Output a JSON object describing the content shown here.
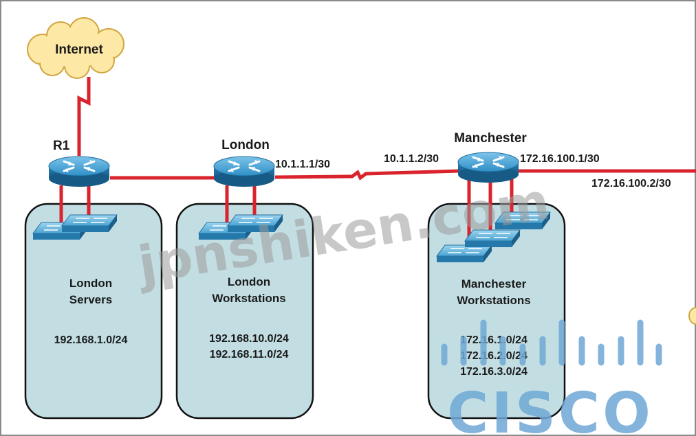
{
  "nodes": {
    "internet": {
      "label": "Internet"
    },
    "r1": {
      "label": "R1"
    },
    "london": {
      "label": "London"
    },
    "manchester": {
      "label": "Manchester"
    }
  },
  "interfaces": {
    "london_wan": "10.1.1.1/30",
    "manchester_wan": "10.1.1.2/30",
    "manchester_east": "172.16.100.1/30",
    "remote_east": "172.16.100.2/30"
  },
  "zones": {
    "london_servers": {
      "title_line1": "London",
      "title_line2": "Servers",
      "subnets": [
        "192.168.1.0/24"
      ]
    },
    "london_workstations": {
      "title_line1": "London",
      "title_line2": "Workstations",
      "subnets": [
        "192.168.10.0/24",
        "192.168.11.0/24"
      ]
    },
    "manchester_workstations": {
      "title_line1": "Manchester",
      "title_line2": "Workstations",
      "subnets": [
        "172.16.1.0/24",
        "172.16.2.0/24",
        "172.16.3.0/24"
      ]
    }
  },
  "watermarks": {
    "site": "jpnshiken.com",
    "brand": "CISCO"
  },
  "colors": {
    "link": "#d9232d",
    "zone_fill": "#c3dee3",
    "cloud_fill": "#fde8a6",
    "router": "#2b8fc4",
    "watermark_site": "#9a9a9a",
    "watermark_brand": "#6fa8d6"
  }
}
